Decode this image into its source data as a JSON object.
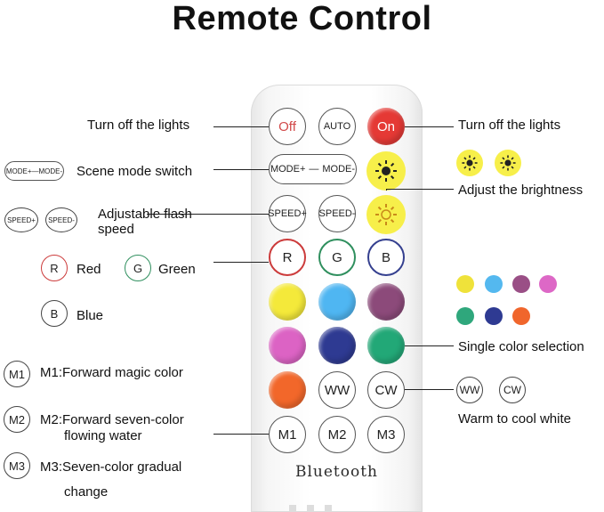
{
  "title": "Remote Control",
  "brand": "Bluetooth",
  "labels": {
    "left_off": "Turn off the lights",
    "right_on": "Turn off the lights",
    "scene": "Scene mode switch",
    "brightness": "Adjust the brightness",
    "flash1": "Adjustable flash",
    "flash2": "speed",
    "red": "Red",
    "green": "Green",
    "blue": "Blue",
    "single": "Single color selection",
    "m1": "M1:Forward magic color",
    "m2a": "M2:Forward seven-color",
    "m2b": "flowing water",
    "m3a": "M3:Seven-color gradual",
    "m3b": "change",
    "warm": "Warm to cool white"
  },
  "legend_icons": {
    "mode": "MODE+—MODE-",
    "speed_plus": "SPEED+",
    "speed_minus": "SPEED-",
    "r": "R",
    "g": "G",
    "b": "B",
    "m1": "M1",
    "m2": "M2",
    "m3": "M3",
    "ww": "WW",
    "cw": "CW"
  },
  "buttons": {
    "off": "Off",
    "auto": "AUTO",
    "on": "On",
    "mode_plus": "MODE+",
    "mode_minus": "MODE-",
    "speed_plus": "SPEED+",
    "speed_minus": "SPEED-",
    "r": "R",
    "g": "G",
    "b": "B",
    "ww": "WW",
    "cw": "CW",
    "m1": "M1",
    "m2": "M2",
    "m3": "M3"
  },
  "colors": {
    "yellow": "#f4e93a",
    "sky": "#4fb6f2",
    "plum": "#8c4a7a",
    "pink": "#dc63c4",
    "navy": "#2e3a92",
    "teal": "#22a877",
    "orange": "#f2672a",
    "on_red": "#e53935",
    "off_red": "#d24a4a",
    "r_ring": "#cc3b3b",
    "g_ring": "#2f8f5e",
    "b_ring": "#35408f"
  },
  "swatches": [
    "#efe23a",
    "#54b8ef",
    "#9a4f86",
    "#dd68c6",
    "#2fa77c",
    "#2e3a92",
    "#f0662c"
  ]
}
